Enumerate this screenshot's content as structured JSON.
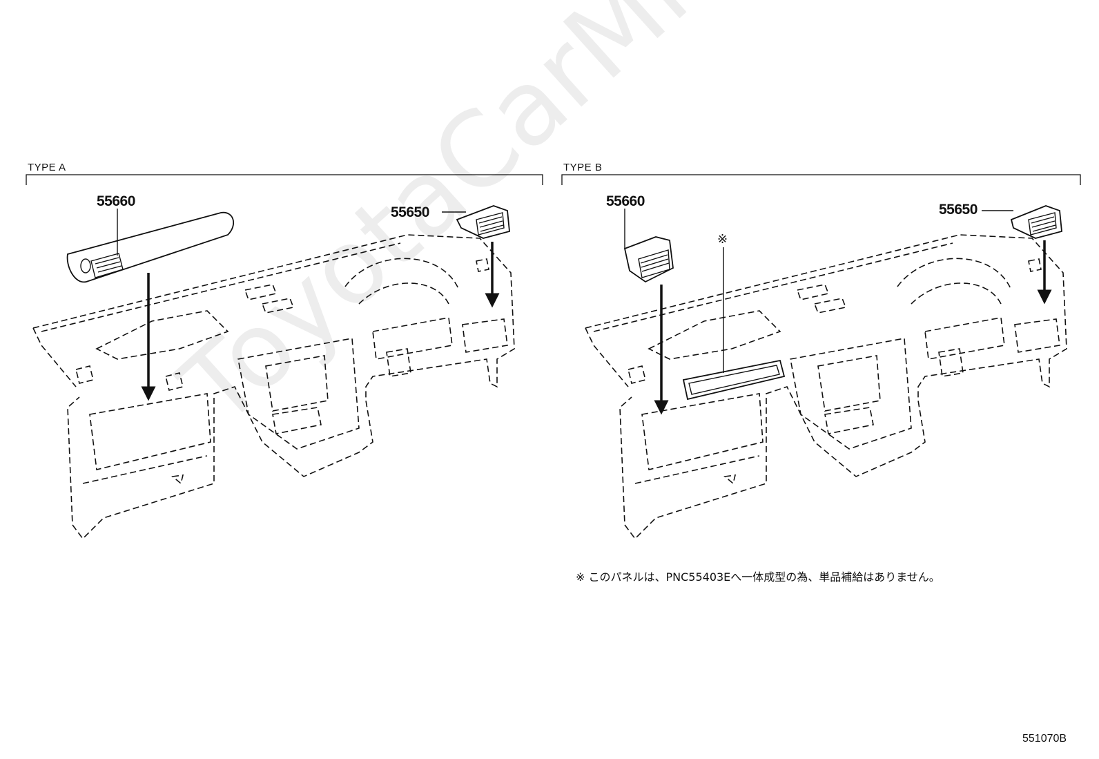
{
  "panels": [
    {
      "type_label": "TYPE A",
      "parts": [
        {
          "number": "55660",
          "icon": "air-register-icon"
        },
        {
          "number": "55650",
          "icon": "air-register-icon"
        }
      ]
    },
    {
      "type_label": "TYPE B",
      "parts": [
        {
          "number": "55660",
          "icon": "air-register-icon"
        },
        {
          "number": "55650",
          "icon": "air-register-icon"
        }
      ],
      "reference_mark": "※",
      "footnote": "※  このパネルは、PNC55403Eへ一体成型の為、単品補給はありません。"
    }
  ],
  "diagram_id": "551070B",
  "watermark": "ToyotaCarMine.ru",
  "colors": {
    "line": "#111111",
    "background": "#ffffff"
  }
}
